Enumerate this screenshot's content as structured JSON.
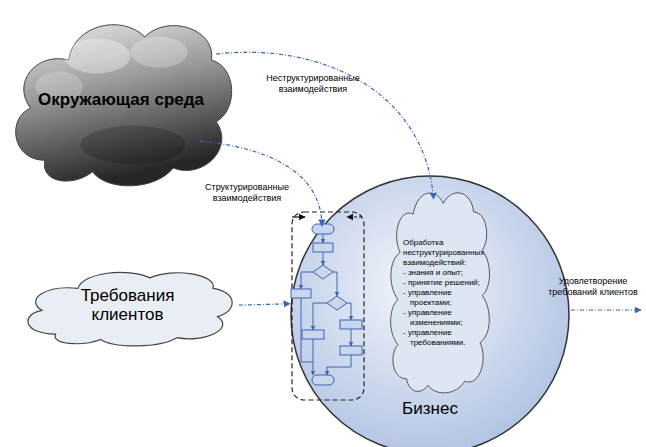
{
  "diagram": {
    "nodes": [
      {
        "text": [
          "Окружающая среда"
        ]
      },
      {
        "text": [
          "Требования клиентов"
        ]
      },
      {
        "text": [
          "Бизнес"
        ]
      },
      {
        "text": [
          "Обработка неструктурированных взаимодействий:",
          "- знания и опыт;",
          "- принятие решений;",
          "- управление проектами;",
          "- управление изменениями;",
          "- управление требованиями."
        ],
        "in": 2
      }
    ],
    "edges": [
      {
        "from": 0,
        "to": 3,
        "arrow": "to",
        "label": "Неструктурированные взаимодействия"
      },
      {
        "from": 0,
        "to": 2,
        "arrow": "to",
        "label": "Структурированные взаимодействия"
      },
      {
        "from": 1,
        "to": 2,
        "arrow": "to"
      }
    ],
    "labels": [
      "Удовлетворение требований клиентов"
    ]
  }
}
